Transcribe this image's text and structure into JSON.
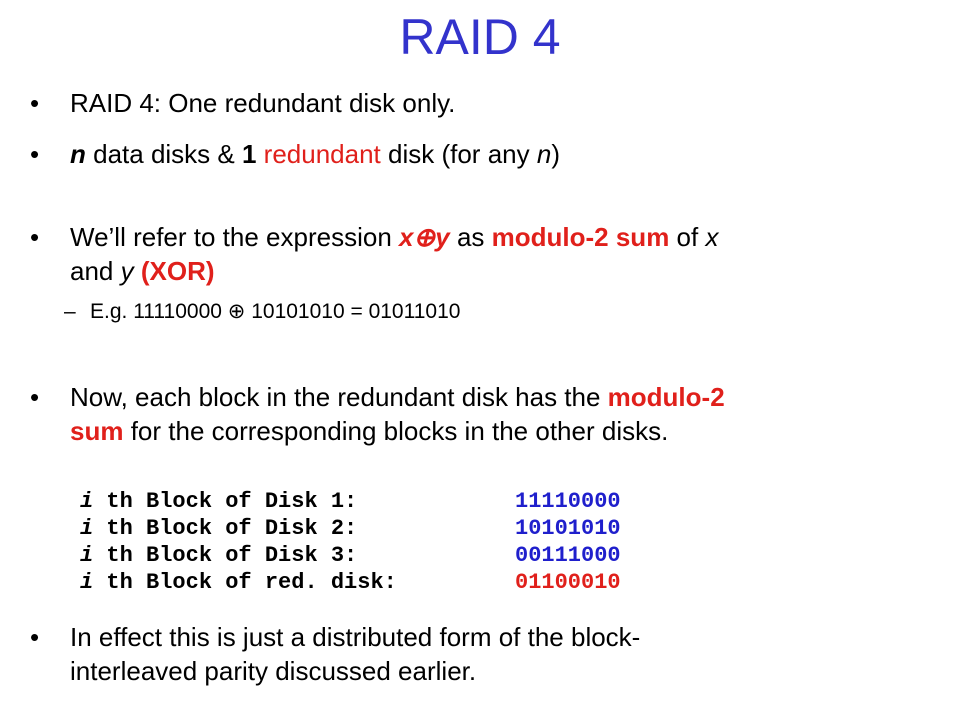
{
  "title": "RAID 4",
  "bullet1": "RAID 4: One redundant disk only.",
  "bullet2": {
    "n": "n",
    "p1": " data disks & ",
    "one": "1",
    "redundant": "redundant",
    "p2": " disk (for any ",
    "n2": "n",
    "p3": ")"
  },
  "bullet3": {
    "p1": "We’ll refer to the expression ",
    "expr": "x⊕y",
    "p2": " as ",
    "mod": "modulo-2 sum",
    "p3": " of ",
    "x": "x",
    "line2_p1": "and ",
    "y": "y",
    "xor": "(XOR)"
  },
  "example": "E.g. 11110000 ⊕ 10101010 = 01011010",
  "bullet4": {
    "p1": "Now, each block in the redundant disk has the ",
    "mod1": "modulo-2",
    "mod2": "sum",
    "p2": " for the corresponding blocks in the other disks."
  },
  "blocks": [
    {
      "i": "i",
      "label": " th Block of Disk 1:",
      "value": "11110000"
    },
    {
      "i": "i",
      "label": " th Block of Disk 2:",
      "value": "10101010"
    },
    {
      "i": "i",
      "label": " th Block of Disk 3:",
      "value": "00111000"
    },
    {
      "i": "i",
      "label": " th Block of red. disk:",
      "value": "01100010"
    }
  ],
  "bullet5": {
    "line1": "In effect this is just a distributed form of the block-",
    "line2": "interleaved parity discussed earlier."
  }
}
